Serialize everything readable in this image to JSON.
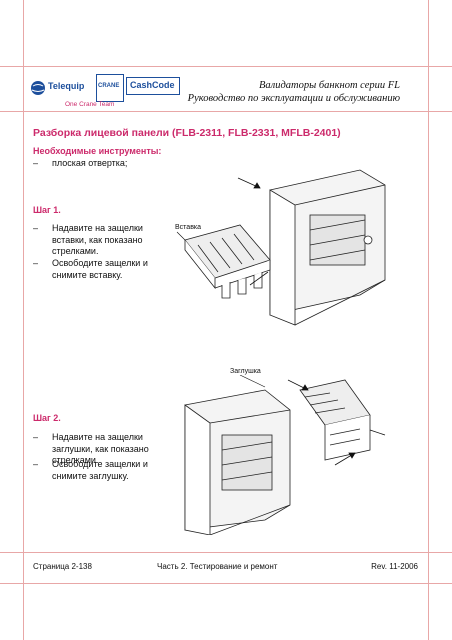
{
  "header": {
    "logo_telequip": "Telequip",
    "logo_cashcode": "CashCode",
    "logo_crane": "CRANE",
    "team": "One Crane Team",
    "title_line1": "Валидаторы банкнот серии FL",
    "title_line2": "Руководство по эксплуатации и обслуживанию"
  },
  "section": {
    "title": "Разборка лицевой панели (FLB-2311, FLB-2331, MFLB-2401)"
  },
  "tools": {
    "label": "Необходимые инструменты:",
    "items": [
      "плоская отвертка;"
    ]
  },
  "step1": {
    "label": "Шаг 1.",
    "bullets": [
      "Надавите на защелки вставки, как показано стрелками.",
      "Освободите защелки и снимите вставку."
    ],
    "callout": "Вставка"
  },
  "step2": {
    "label": "Шаг 2.",
    "bullets": [
      "Надавите на защелки заглушки, как показано стрелками.",
      "Освободите защелки и снимите заглушку."
    ],
    "callout": "Заглушка"
  },
  "footer": {
    "page": "Страница 2-138",
    "part": "Часть 2. Тестирование и ремонт",
    "rev": "Rev. 11-2006"
  },
  "colors": {
    "accent": "#cc2a6b",
    "rule": "#e8a7a7"
  }
}
